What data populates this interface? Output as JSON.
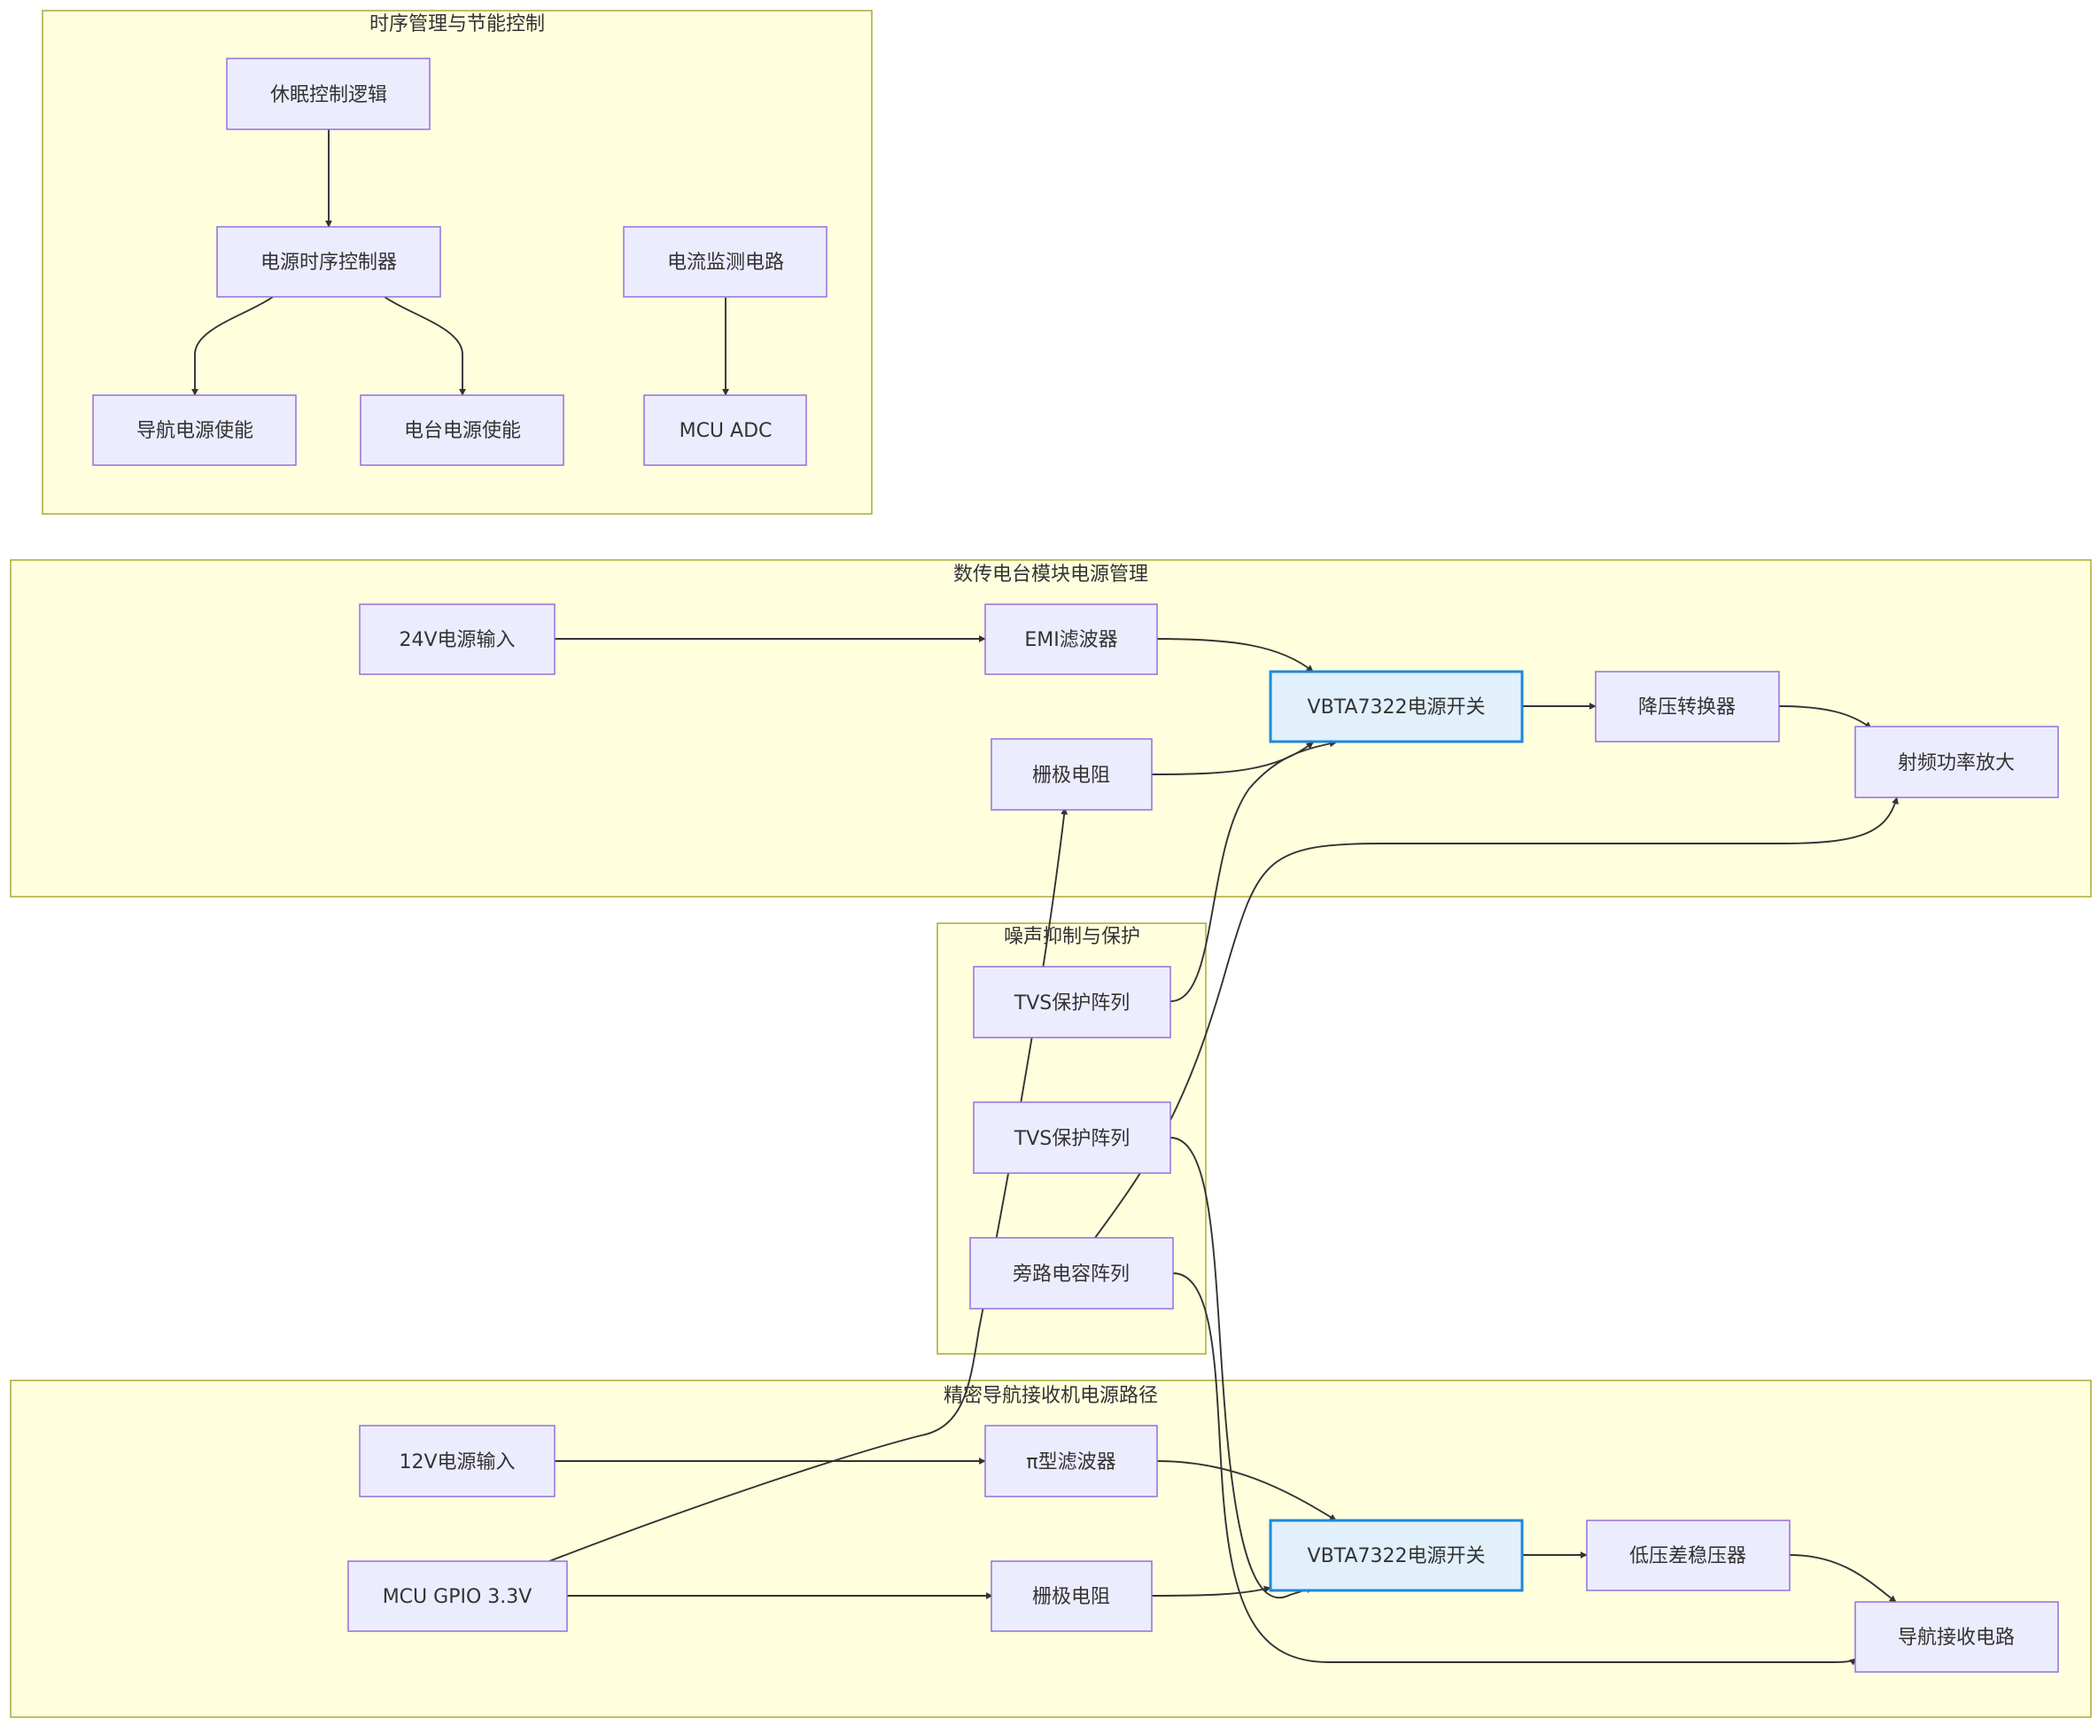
{
  "clusters": {
    "timing": {
      "title": "时序管理与节能控制"
    },
    "radio": {
      "title": "数传电台模块电源管理"
    },
    "noise": {
      "title": "噪声抑制与保护"
    },
    "nav": {
      "title": "精密导航接收机电源路径"
    }
  },
  "nodes": {
    "sleep_logic": "休眠控制逻辑",
    "seq_ctrl": "电源时序控制器",
    "current_mon": "电流监测电路",
    "nav_enable": "导航电源使能",
    "radio_enable": "电台电源使能",
    "mcu_adc": "MCU ADC",
    "in24": "24V电源输入",
    "emi": "EMI滤波器",
    "sw_radio": "VBTA7322电源开关",
    "buck": "降压转换器",
    "rf_amp": "射频功率放大",
    "gate_r_radio": "栅极电阻",
    "tvs1": "TVS保护阵列",
    "tvs2": "TVS保护阵列",
    "bypass": "旁路电容阵列",
    "in12": "12V电源输入",
    "pi_filter": "π型滤波器",
    "sw_nav": "VBTA7322电源开关",
    "ldo": "低压差稳压器",
    "nav_rx": "导航接收电路",
    "mcu_gpio": "MCU GPIO 3.3V",
    "gate_r_nav": "栅极电阻"
  },
  "colors": {
    "cluster_fill": "#ffffde",
    "cluster_stroke": "#aaaa33",
    "node_fill": "#ececff",
    "node_stroke": "#9370db",
    "switch_fill": "#e1f0fb",
    "switch_stroke": "#1e88d9",
    "edge": "#333333"
  }
}
